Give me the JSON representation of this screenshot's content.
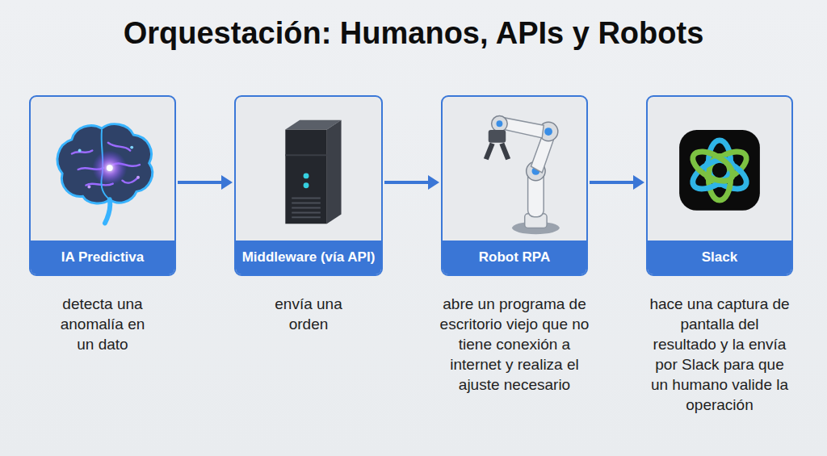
{
  "diagram": {
    "title": "Orquestación: Humanos, APIs y Robots",
    "nodes": [
      {
        "text": [
          "IA Predictiva",
          "detecta una anomalía en un dato"
        ]
      },
      {
        "text": [
          "Middleware (vía API)",
          "envía una orden"
        ]
      },
      {
        "text": [
          "Robot RPA",
          "abre un programa de escritorio viejo que no tiene conexión a internet y realiza el ajuste necesario"
        ]
      },
      {
        "text": [
          "Slack",
          "hace una captura de pantalla del resultado y la envía por Slack para que un humano valide la operación"
        ]
      }
    ],
    "edges": [
      {
        "from": 0,
        "to": 1,
        "arrow": "to"
      },
      {
        "from": 1,
        "to": 2,
        "arrow": "to"
      },
      {
        "from": 2,
        "to": 3,
        "arrow": "to"
      }
    ]
  }
}
